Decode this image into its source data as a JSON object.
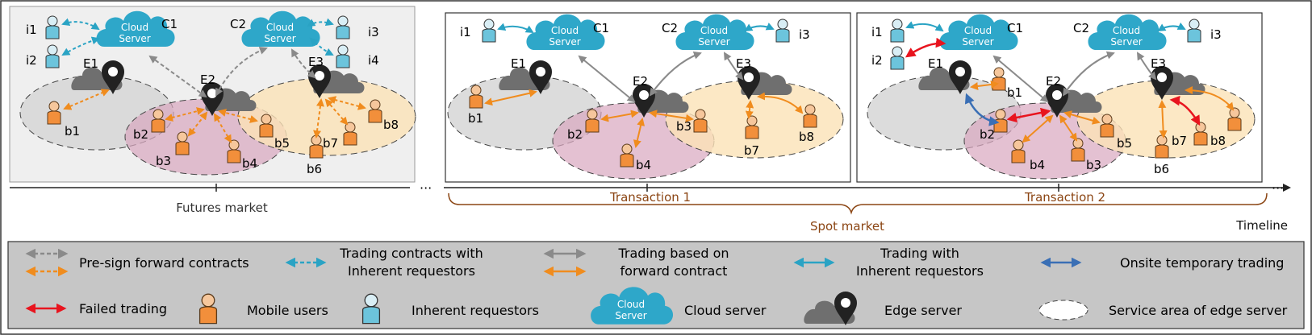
{
  "panels": [
    {
      "id": "futures",
      "nodes": {
        "c1": "C1",
        "c2": "C2",
        "e1": "E1",
        "e2": "E2",
        "e3": "E3",
        "i1": "i1",
        "i2": "i2",
        "i3": "i3",
        "i4": "i4",
        "b1": "b1",
        "b2": "b2",
        "b3": "b3",
        "b4": "b4",
        "b5": "b5",
        "b6": "b6",
        "b7": "b7",
        "b8": "b8"
      }
    },
    {
      "id": "transaction1",
      "nodes": {
        "c1": "C1",
        "c2": "C2",
        "e1": "E1",
        "e2": "E2",
        "e3": "E3",
        "i1": "i1",
        "i3": "i3",
        "b1": "b1",
        "b2": "b2",
        "b3": "b3",
        "b4": "b4",
        "b7": "b7",
        "b8": "b8"
      }
    },
    {
      "id": "transaction2",
      "nodes": {
        "c1": "C1",
        "c2": "C2",
        "e1": "E1",
        "e2": "E2",
        "e3": "E3",
        "i1": "i1",
        "i2": "i2",
        "i3": "i3",
        "b1": "b1",
        "b2": "b2",
        "b3": "b3",
        "b4": "b4",
        "b5": "b5",
        "b6": "b6",
        "b7": "b7",
        "b8": "b8"
      }
    }
  ],
  "cloud_label_line1": "Cloud",
  "cloud_label_line2": "Server",
  "timeline": {
    "futures_label": "Futures market",
    "transaction1_label": "Transaction 1",
    "transaction2_label": "Transaction 2",
    "spot_label": "Spot market",
    "timeline_label": "Timeline",
    "ellipsis": "···"
  },
  "legend": {
    "presign": "Pre-sign forward contracts",
    "trading_contracts_l1": "Trading contracts with",
    "trading_contracts_l2": "Inherent requestors",
    "trading_forward_l1": "Trading based on",
    "trading_forward_l2": "forward contract",
    "trading_inherent_l1": "Trading with",
    "trading_inherent_l2": "Inherent requestors",
    "onsite": "Onsite temporary trading",
    "failed": "Failed trading",
    "mobile": "Mobile users",
    "inherent": "Inherent requestors",
    "cloud": "Cloud server",
    "edge": "Edge server",
    "service": "Service area of edge server"
  },
  "colors": {
    "gray_arrow": "#8a8a8a",
    "orange_arrow": "#f08c1e",
    "teal_arrow": "#2aa3c4",
    "blue_arrow": "#3a6fb5",
    "red_arrow": "#e8141e",
    "brown_text": "#8b4513",
    "area_gray": "#d6d6d6",
    "area_pink": "#d9a6bf",
    "area_yellow": "#fbe2b6",
    "legend_bg": "#c6c6c6"
  }
}
